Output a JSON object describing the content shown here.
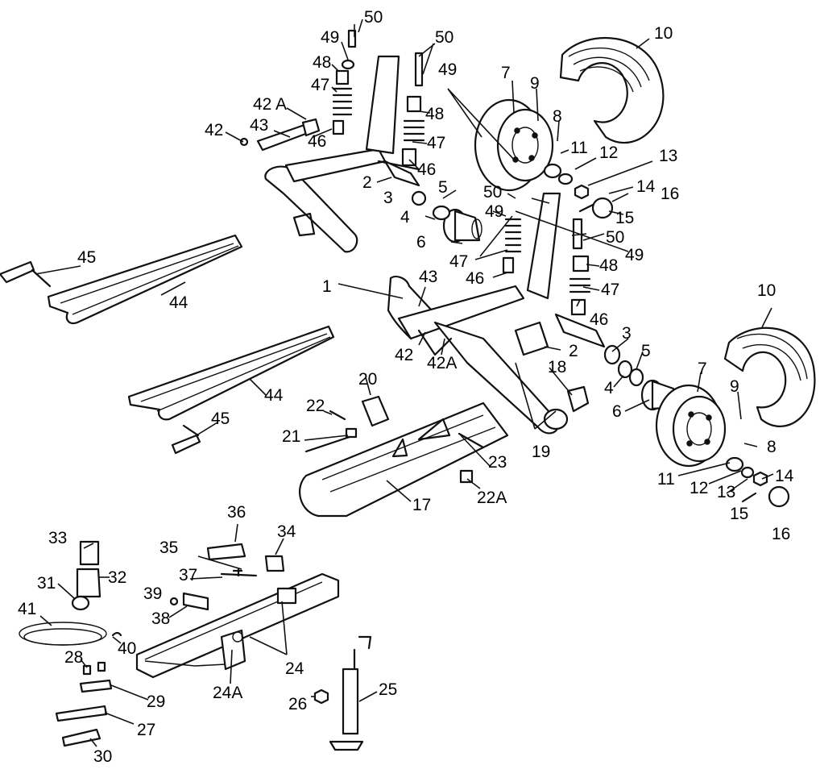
{
  "callouts": [
    {
      "id": "c1",
      "text": "1"
    },
    {
      "id": "c2a",
      "text": "2"
    },
    {
      "id": "c2b",
      "text": "2"
    },
    {
      "id": "c3a",
      "text": "3"
    },
    {
      "id": "c3b",
      "text": "3"
    },
    {
      "id": "c4a",
      "text": "4"
    },
    {
      "id": "c4b",
      "text": "4"
    },
    {
      "id": "c5a",
      "text": "5"
    },
    {
      "id": "c5b",
      "text": "5"
    },
    {
      "id": "c6a",
      "text": "6"
    },
    {
      "id": "c6b",
      "text": "6"
    },
    {
      "id": "c7a",
      "text": "7"
    },
    {
      "id": "c7b",
      "text": "7"
    },
    {
      "id": "c8a",
      "text": "8"
    },
    {
      "id": "c8b",
      "text": "8"
    },
    {
      "id": "c9a",
      "text": "9"
    },
    {
      "id": "c9b",
      "text": "9"
    },
    {
      "id": "c10a",
      "text": "10"
    },
    {
      "id": "c10b",
      "text": "10"
    },
    {
      "id": "c11a",
      "text": "11"
    },
    {
      "id": "c11b",
      "text": "11"
    },
    {
      "id": "c12a",
      "text": "12"
    },
    {
      "id": "c12b",
      "text": "12"
    },
    {
      "id": "c13a",
      "text": "13"
    },
    {
      "id": "c13b",
      "text": "13"
    },
    {
      "id": "c14a",
      "text": "14"
    },
    {
      "id": "c14b",
      "text": "14"
    },
    {
      "id": "c15a",
      "text": "15"
    },
    {
      "id": "c15b",
      "text": "15"
    },
    {
      "id": "c16a",
      "text": "16"
    },
    {
      "id": "c16b",
      "text": "16"
    },
    {
      "id": "c17",
      "text": "17"
    },
    {
      "id": "c18",
      "text": "18"
    },
    {
      "id": "c19",
      "text": "19"
    },
    {
      "id": "c20",
      "text": "20"
    },
    {
      "id": "c21",
      "text": "21"
    },
    {
      "id": "c22",
      "text": "22"
    },
    {
      "id": "c22A",
      "text": "22A"
    },
    {
      "id": "c23",
      "text": "23"
    },
    {
      "id": "c24",
      "text": "24"
    },
    {
      "id": "c24A",
      "text": "24A"
    },
    {
      "id": "c25",
      "text": "25"
    },
    {
      "id": "c26",
      "text": "26"
    },
    {
      "id": "c27",
      "text": "27"
    },
    {
      "id": "c28",
      "text": "28"
    },
    {
      "id": "c29",
      "text": "29"
    },
    {
      "id": "c30",
      "text": "30"
    },
    {
      "id": "c31",
      "text": "31"
    },
    {
      "id": "c32",
      "text": "32"
    },
    {
      "id": "c33",
      "text": "33"
    },
    {
      "id": "c34",
      "text": "34"
    },
    {
      "id": "c35",
      "text": "35"
    },
    {
      "id": "c36",
      "text": "36"
    },
    {
      "id": "c37",
      "text": "37"
    },
    {
      "id": "c38",
      "text": "38"
    },
    {
      "id": "c39",
      "text": "39"
    },
    {
      "id": "c40",
      "text": "40"
    },
    {
      "id": "c41",
      "text": "41"
    },
    {
      "id": "c42a",
      "text": "42"
    },
    {
      "id": "c42b",
      "text": "42"
    },
    {
      "id": "c42Aa",
      "text": "42 A"
    },
    {
      "id": "c42Ab",
      "text": "42A"
    },
    {
      "id": "c43a",
      "text": "43"
    },
    {
      "id": "c43b",
      "text": "43"
    },
    {
      "id": "c44a",
      "text": "44"
    },
    {
      "id": "c44b",
      "text": "44"
    },
    {
      "id": "c45a",
      "text": "45"
    },
    {
      "id": "c45b",
      "text": "45"
    },
    {
      "id": "c46a",
      "text": "46"
    },
    {
      "id": "c46b",
      "text": "46"
    },
    {
      "id": "c46c",
      "text": "46"
    },
    {
      "id": "c46d",
      "text": "46"
    },
    {
      "id": "c47a",
      "text": "47"
    },
    {
      "id": "c47b",
      "text": "47"
    },
    {
      "id": "c47c",
      "text": "47"
    },
    {
      "id": "c47d",
      "text": "47"
    },
    {
      "id": "c48a",
      "text": "48"
    },
    {
      "id": "c48b",
      "text": "48"
    },
    {
      "id": "c48c",
      "text": "48"
    },
    {
      "id": "c49a",
      "text": "49"
    },
    {
      "id": "c49b",
      "text": "49"
    },
    {
      "id": "c49c",
      "text": "49"
    },
    {
      "id": "c49d",
      "text": "49"
    },
    {
      "id": "c50a",
      "text": "50"
    },
    {
      "id": "c50b",
      "text": "50"
    },
    {
      "id": "c50c",
      "text": "50"
    },
    {
      "id": "c50d",
      "text": "50"
    }
  ]
}
